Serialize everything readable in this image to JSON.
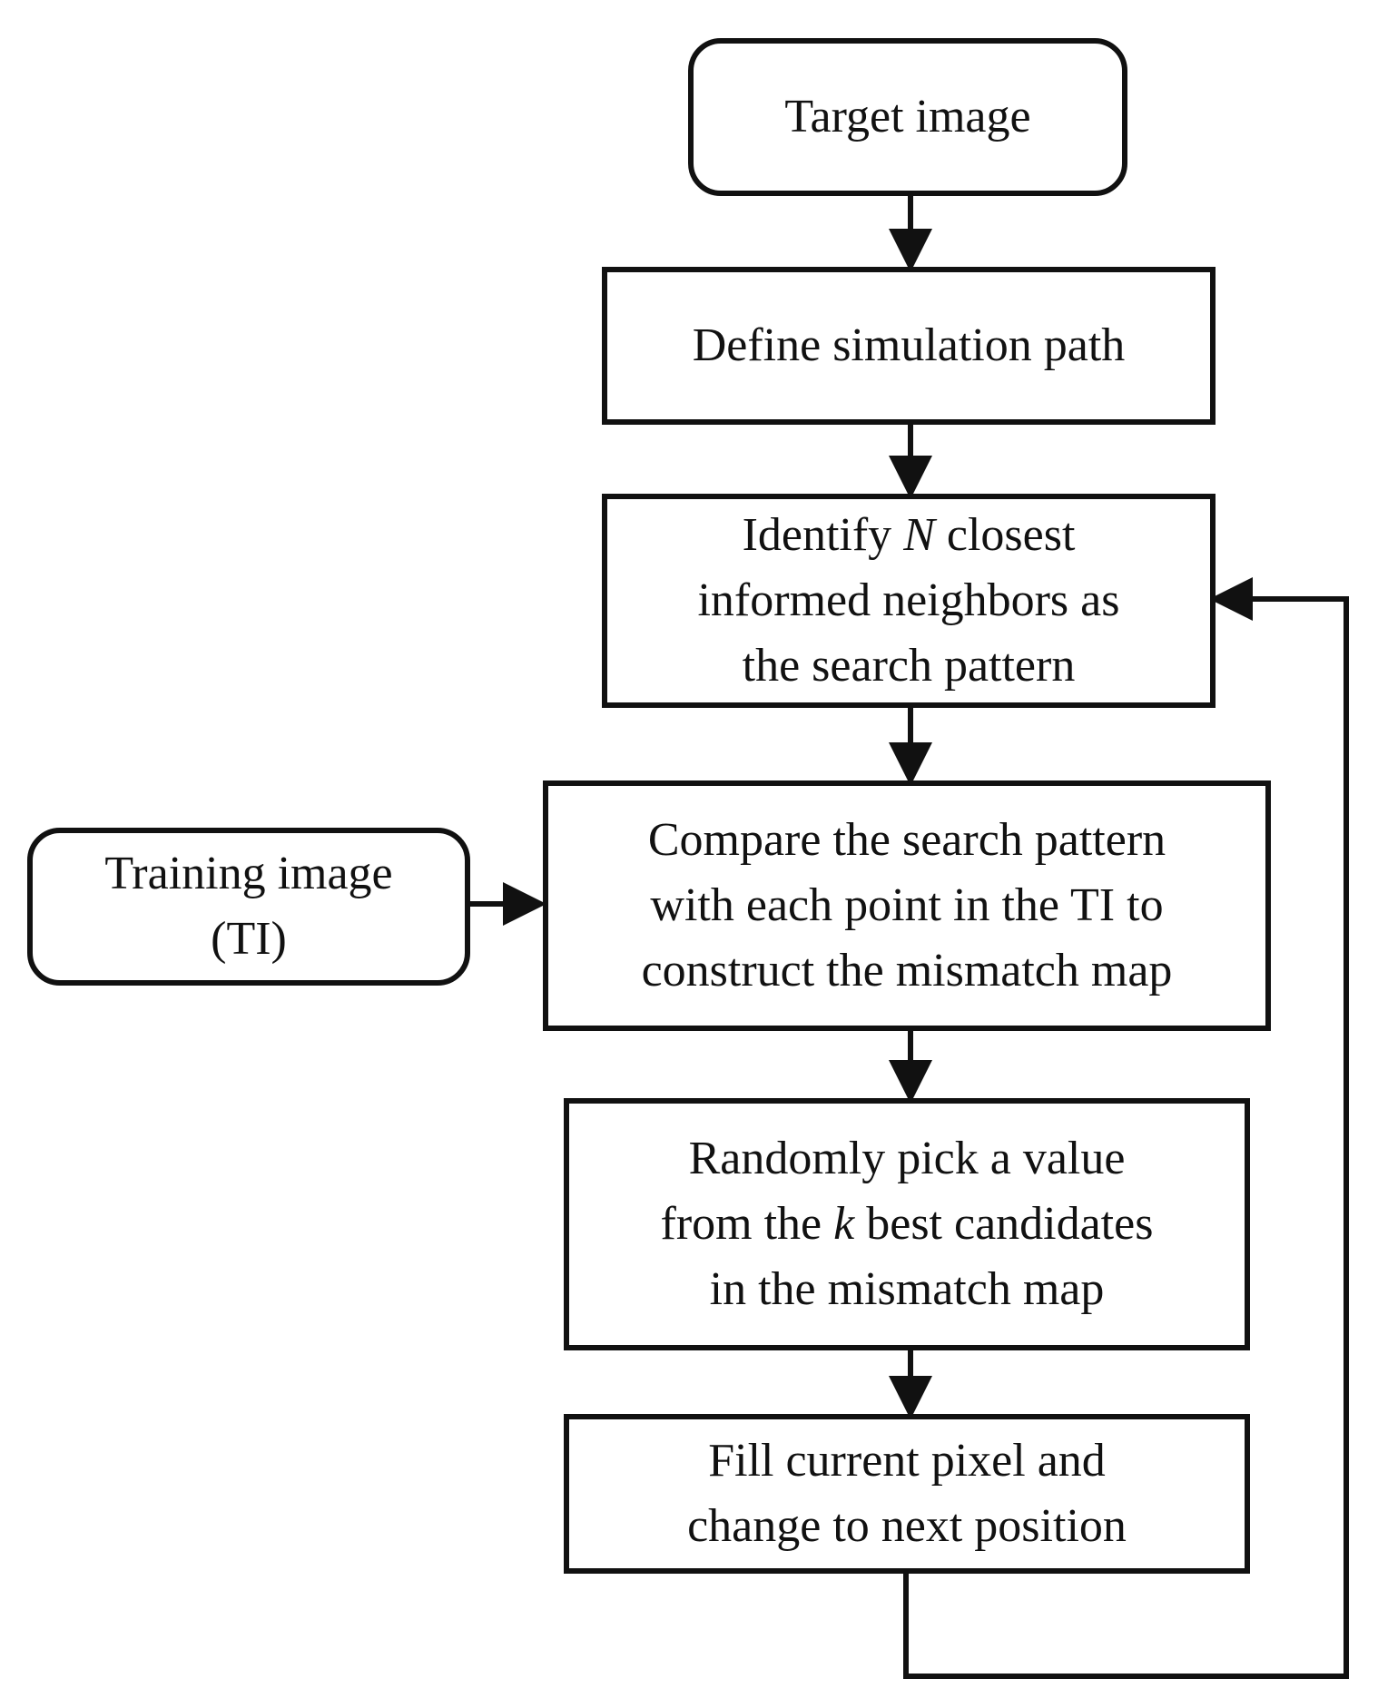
{
  "nodes": {
    "target_image": {
      "lines": [
        "Target image"
      ]
    },
    "define_path": {
      "lines": [
        "Define simulation path"
      ]
    },
    "identify_neighbors": {
      "line1_pre": "Identify ",
      "line1_var": "N",
      "line1_post": " closest",
      "line2": "informed neighbors as",
      "line3": "the search pattern"
    },
    "training_image": {
      "lines": [
        "Training image",
        "(TI)"
      ]
    },
    "compare": {
      "lines": [
        "Compare the search pattern",
        "with each point in the TI to",
        "construct the mismatch map"
      ]
    },
    "random_pick": {
      "line1": "Randomly pick a value",
      "line2_pre": "from the ",
      "line2_var": "k",
      "line2_post": " best candidates",
      "line3": "in the mismatch map"
    },
    "fill_pixel": {
      "lines": [
        "Fill current pixel and",
        "change to next position"
      ]
    }
  }
}
